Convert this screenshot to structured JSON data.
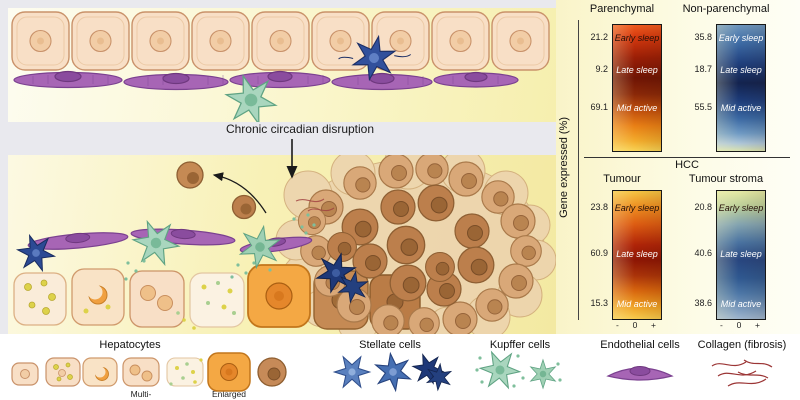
{
  "figure": {
    "disruption_label": "Chronic circadian disruption",
    "axis_label": "Gene expressed (%)",
    "hcc_label": "HCC"
  },
  "charts": [
    {
      "title": "Parenchymal",
      "rows": [
        {
          "value": "21.2",
          "label": "Early sleep"
        },
        {
          "value": "9.2",
          "label": "Late sleep"
        },
        {
          "value": "69.1",
          "label": "Mid active"
        }
      ]
    },
    {
      "title": "Non-parenchymal",
      "rows": [
        {
          "value": "35.8",
          "label": "Early sleep"
        },
        {
          "value": "18.7",
          "label": "Late sleep"
        },
        {
          "value": "55.5",
          "label": "Mid active"
        }
      ]
    },
    {
      "title": "Tumour",
      "rows": [
        {
          "value": "23.8",
          "label": "Early sleep"
        },
        {
          "value": "60.9",
          "label": "Late sleep"
        },
        {
          "value": "15.3",
          "label": "Mid active"
        }
      ]
    },
    {
      "title": "Tumour stroma",
      "rows": [
        {
          "value": "20.8",
          "label": "Early sleep"
        },
        {
          "value": "40.6",
          "label": "Late sleep"
        },
        {
          "value": "38.6",
          "label": "Mid active"
        }
      ]
    }
  ],
  "scale": {
    "minus": "-",
    "zero": "0",
    "plus": "+"
  },
  "legend": {
    "hepatocytes": "Hepatocytes",
    "multi": "Multi-",
    "enlarged": "Enlarged",
    "stellate": "Stellate cells",
    "kupffer": "Kupffer cells",
    "endothelial": "Endothelial cells",
    "collagen": "Collagen (fibrosis)"
  },
  "colors": {
    "hepatocyte": "#f8dfc6",
    "hepatocyte_enlarged": "#f4a844",
    "tumour_cell": "#c68a58",
    "stellate_cell": "#31509c",
    "kupffer_cell": "#a9d6be",
    "endothelial_cell": "#a765b5",
    "collagen": "#9b3535"
  },
  "chart_data": [
    {
      "type": "heatmap",
      "title": "Parenchymal",
      "categories": [
        "Early sleep",
        "Late sleep",
        "Mid active"
      ],
      "values": [
        21.2,
        9.2,
        69.1
      ],
      "ylabel": "Gene expressed (%)",
      "xscale": [
        "-",
        "0",
        "+"
      ]
    },
    {
      "type": "heatmap",
      "title": "Non-parenchymal",
      "categories": [
        "Early sleep",
        "Late sleep",
        "Mid active"
      ],
      "values": [
        35.8,
        18.7,
        55.5
      ],
      "ylabel": "Gene expressed (%)",
      "xscale": [
        "-",
        "0",
        "+"
      ]
    },
    {
      "type": "heatmap",
      "title": "Tumour",
      "section": "HCC",
      "categories": [
        "Early sleep",
        "Late sleep",
        "Mid active"
      ],
      "values": [
        23.8,
        60.9,
        15.3
      ],
      "ylabel": "Gene expressed (%)",
      "xscale": [
        "-",
        "0",
        "+"
      ]
    },
    {
      "type": "heatmap",
      "title": "Tumour stroma",
      "section": "HCC",
      "categories": [
        "Early sleep",
        "Late sleep",
        "Mid active"
      ],
      "values": [
        20.8,
        40.6,
        38.6
      ],
      "ylabel": "Gene expressed (%)",
      "xscale": [
        "-",
        "0",
        "+"
      ]
    }
  ]
}
